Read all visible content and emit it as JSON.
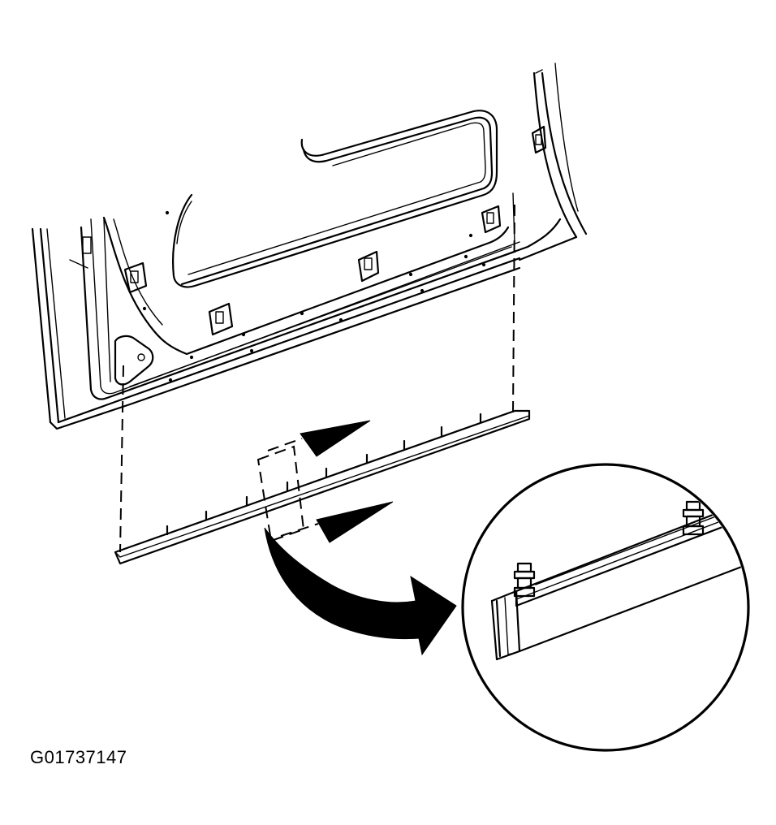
{
  "figure": {
    "id_label": "G01737147"
  },
  "colors": {
    "line": "#000000",
    "background": "#ffffff"
  },
  "components": {
    "panel": "door-lower-panel",
    "molding": "door-bottom-molding",
    "detail": "molding-end-detail-callout"
  }
}
